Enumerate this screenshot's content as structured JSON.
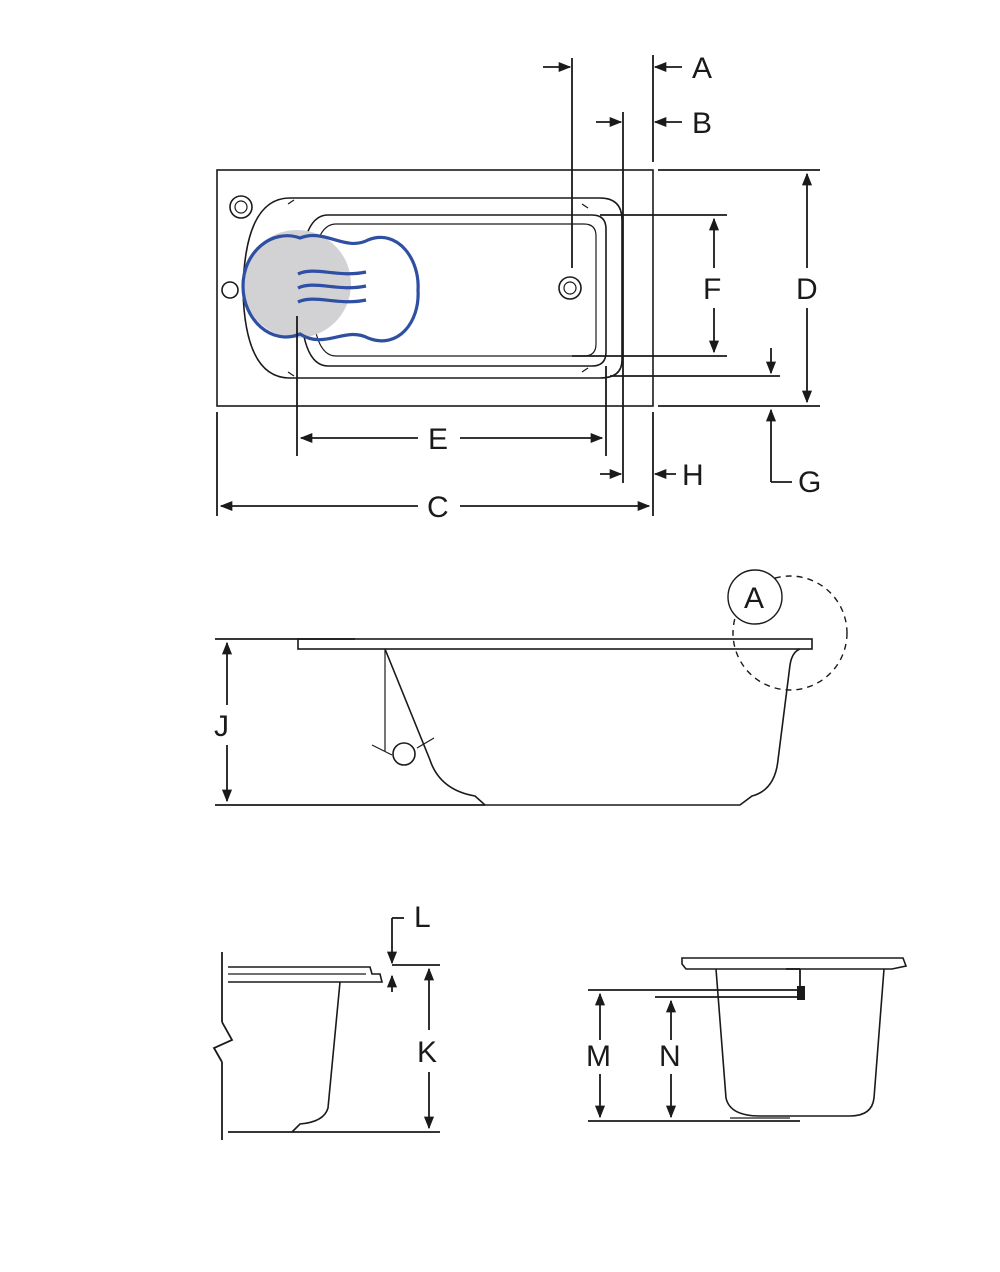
{
  "labels": {
    "a": "A",
    "b": "B",
    "c": "C",
    "d": "D",
    "e": "E",
    "f": "F",
    "g": "G",
    "h": "H",
    "detail": "A",
    "j": "J",
    "l": "L",
    "k": "K",
    "m": "M",
    "n": "N"
  },
  "colors": {
    "line": "#1a1a1a",
    "backrest": "#2f4fa3",
    "backrest_fill": "#d2d2d4"
  }
}
